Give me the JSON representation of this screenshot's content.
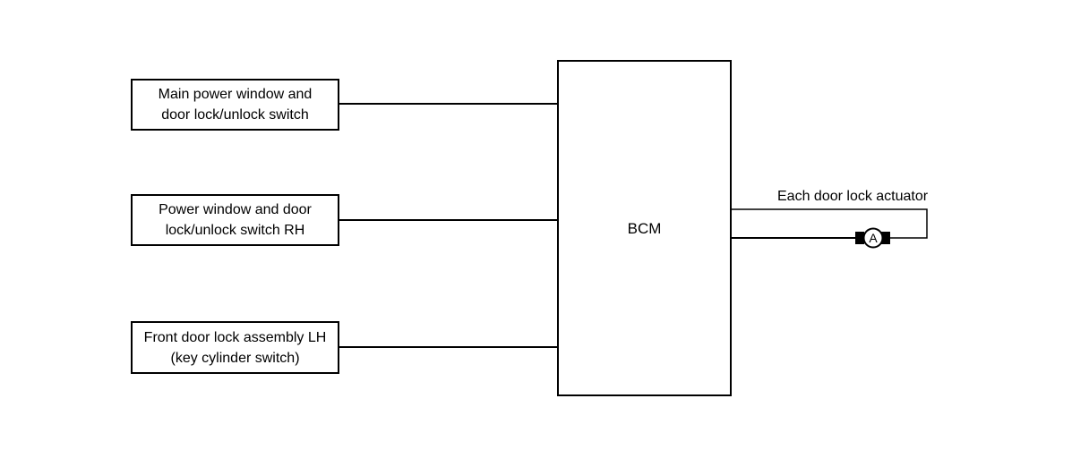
{
  "diagram": {
    "inputs": [
      {
        "line1": "Main power window and",
        "line2": "door lock/unlock switch"
      },
      {
        "line1": "Power window and door",
        "line2": "lock/unlock switch RH"
      },
      {
        "line1": "Front door lock assembly LH",
        "line2": "(key cylinder switch)"
      }
    ],
    "controller": {
      "label": "BCM"
    },
    "output": {
      "label": "Each door lock actuator",
      "motor_symbol": "A",
      "motor_icon": "motor-icon"
    }
  }
}
